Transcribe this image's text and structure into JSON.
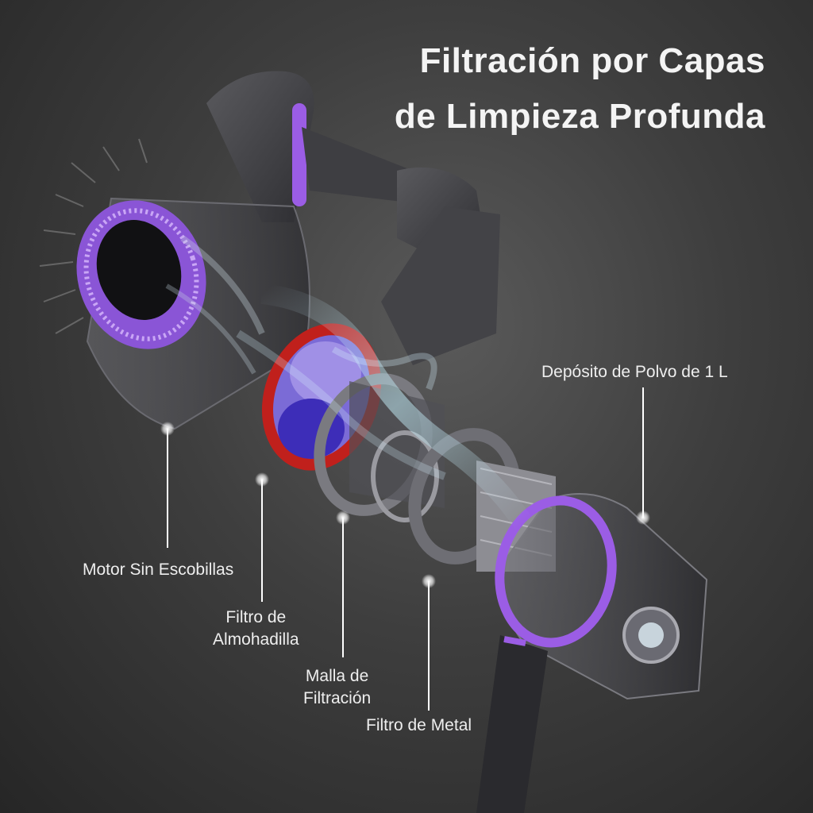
{
  "title": {
    "line1": "Filtración por Capas",
    "line2": "de Limpieza Profunda"
  },
  "callouts": {
    "motor": "Motor Sin Escobillas",
    "pad_filter_line1": "Filtro de",
    "pad_filter_line2": "Almohadilla",
    "mesh_line1": "Malla de",
    "mesh_line2": "Filtración",
    "metal_filter": "Filtro de Metal",
    "dust_bin": "Depósito de Polvo de 1 L"
  },
  "colors": {
    "accent_purple": "#9b5de5",
    "filter_red": "#c0201c",
    "body_gray": "#4a4a4e"
  }
}
